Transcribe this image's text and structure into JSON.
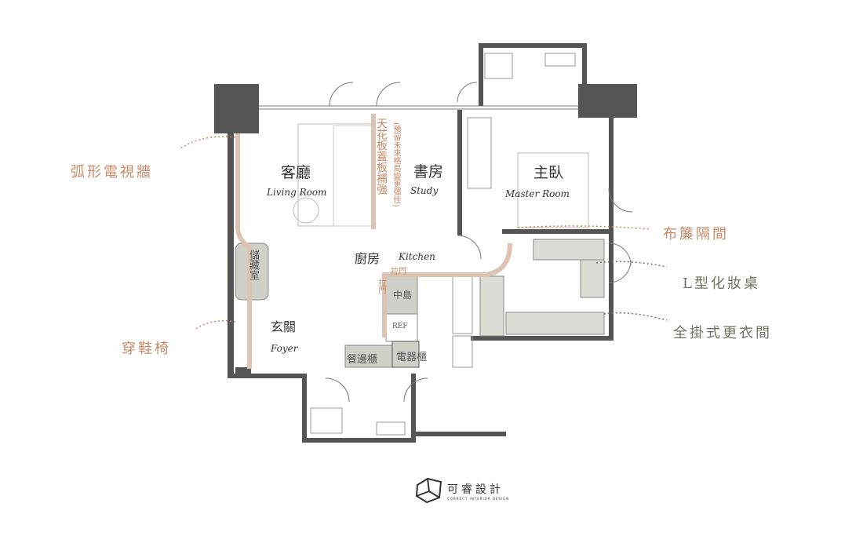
{
  "rooms": {
    "living": {
      "cn": "客廳",
      "en": "Living Room"
    },
    "study": {
      "cn": "書房",
      "en": "Study"
    },
    "master": {
      "cn": "主臥",
      "en": "Master Room"
    },
    "kitchen": {
      "cn": "廚房",
      "en": "Kitchen"
    },
    "foyer": {
      "cn": "玄關",
      "en": "Foyer"
    },
    "storage": {
      "cn": "儲藏室"
    }
  },
  "notes": {
    "ceiling": "天花板蓋板補強",
    "reserve": "(預留未來格局變更彈性)",
    "sliding_door_1": "拉門",
    "sliding_door_2": "拉門",
    "island": "中島",
    "fridge": "REF",
    "sideboard": "餐邊櫃",
    "appliance": "電器櫃"
  },
  "callouts": {
    "tv_wall": "弧形電視牆",
    "shoe_bench": "穿鞋椅",
    "curtain": "布簾隔間",
    "vanity": "L型化妝桌",
    "closet": "全掛式更衣間"
  },
  "colors": {
    "wall": "#555555",
    "accent_orange": "#c98a6a",
    "accent_green": "#6d7661",
    "cabinet": "#cfd0c8",
    "arc_wall": "#dcc3b3"
  },
  "logo": {
    "name": "可睿設計",
    "tagline": "CORRECT INTERIOR DESIGN"
  }
}
